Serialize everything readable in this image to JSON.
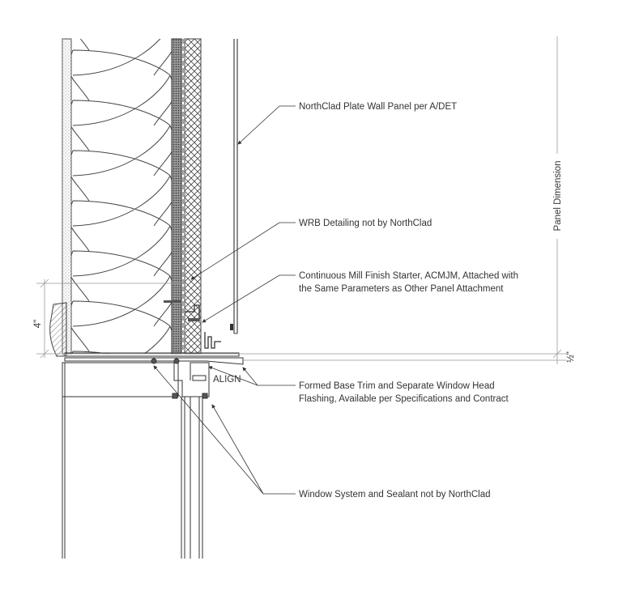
{
  "labels": {
    "panel": "NorthClad Plate Wall Panel per A/DET",
    "wrb": "WRB Detailing not by NorthClad",
    "starter_line1": "Continuous Mill Finish Starter, ACMJM, Attached with",
    "starter_line2": "the Same Parameters as Other Panel Attachment",
    "align": "ALIGN",
    "trim_line1": "Formed Base Trim and Separate Window Head",
    "trim_line2": "Flashing, Available per Specifications and Contract",
    "window": "Window System and Sealant not by NorthClad"
  },
  "dimensions": {
    "panel_dimension": "Panel Dimension",
    "four_inch": "4\"",
    "half_inch": "½\""
  }
}
